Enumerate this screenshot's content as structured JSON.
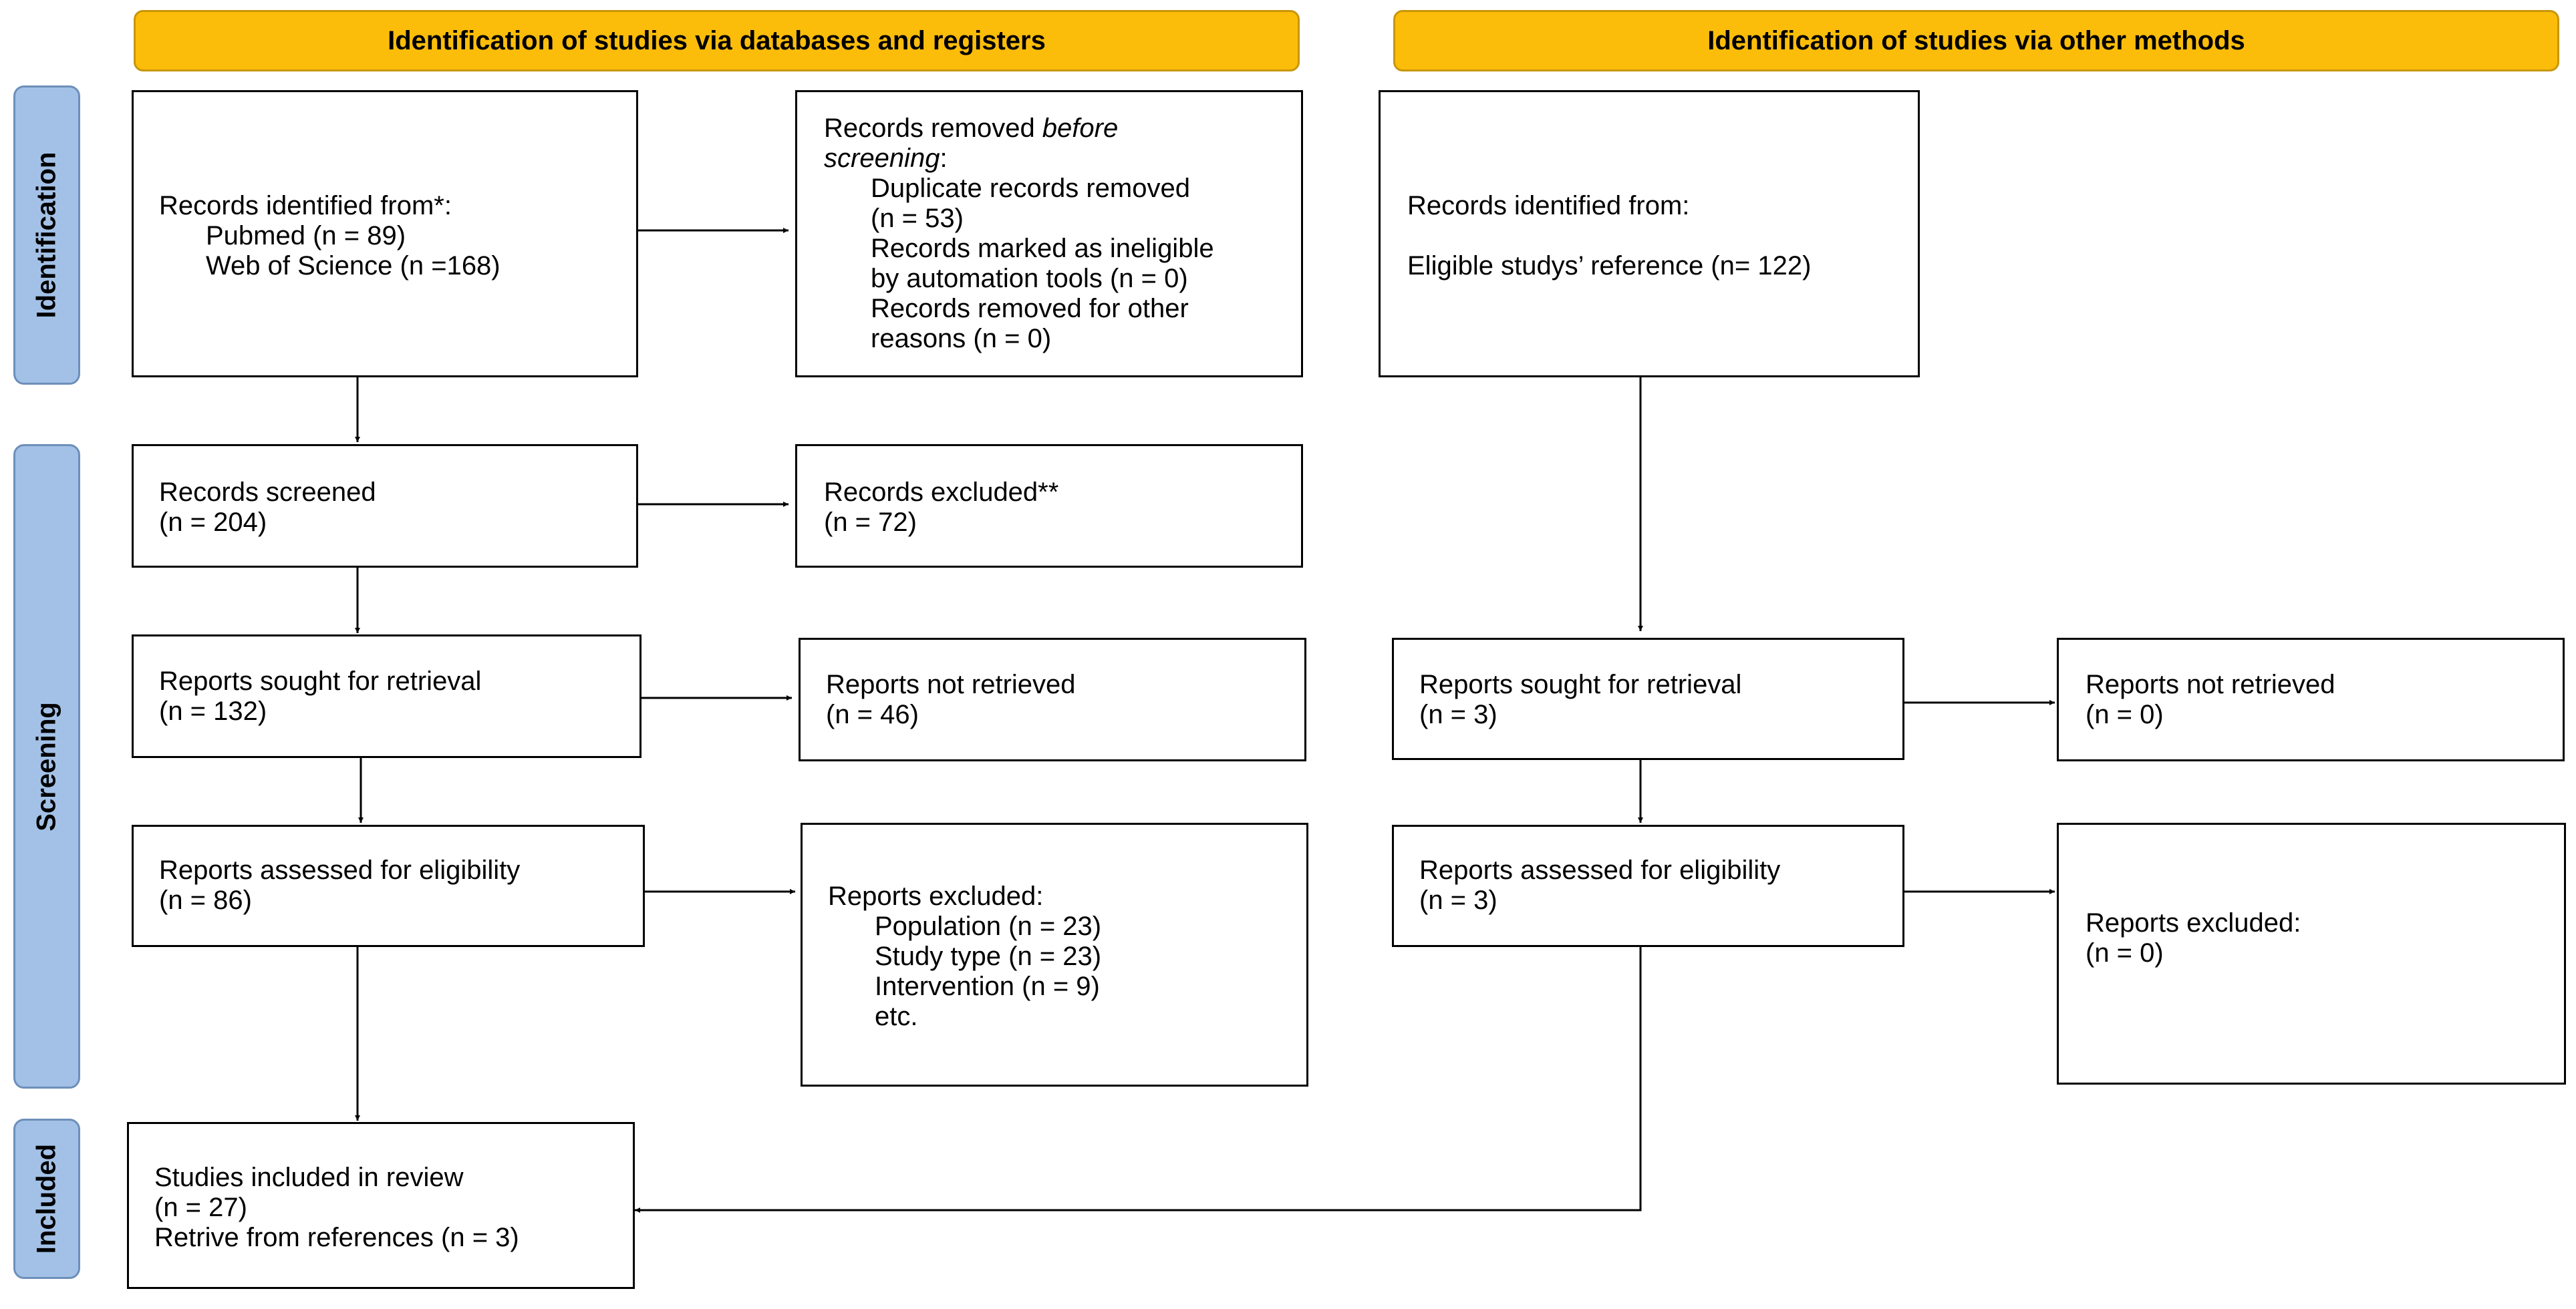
{
  "headers": {
    "left": "Identification of studies via databases and registers",
    "right": "Identification of studies via other methods"
  },
  "phases": {
    "identification": "Identification",
    "screening": "Screening",
    "included": "Included"
  },
  "databases": {
    "records_identified": {
      "title": "Records identified from*:",
      "sources": [
        "Pubmed (n = 89)",
        "Web of Science (n =168)"
      ]
    },
    "records_removed": {
      "title_prefix": "Records removed ",
      "title_italic_1": "before",
      "title_italic_2": "screening",
      "title_suffix": ":",
      "items": [
        "Duplicate records removed",
        "(n = 53)",
        "Records marked as ineligible",
        "by automation tools (n = 0)",
        "Records removed for other",
        "reasons (n = 0)"
      ]
    },
    "records_screened": {
      "title": "Records screened",
      "count": "(n = 204)"
    },
    "records_excluded": {
      "title": "Records excluded**",
      "count": "(n = 72)"
    },
    "reports_sought": {
      "title": "Reports sought for retrieval",
      "count": "(n = 132)"
    },
    "reports_not_retrieved": {
      "title": "Reports not retrieved",
      "count": "(n = 46)"
    },
    "reports_assessed": {
      "title": "Reports assessed for eligibility",
      "count": "(n = 86)"
    },
    "reports_excluded": {
      "title": "Reports excluded:",
      "items": [
        "Population (n = 23)",
        "Study type (n = 23)",
        "Intervention (n = 9)",
        "etc."
      ]
    },
    "studies_included": {
      "lines": [
        "Studies included in review",
        "(n = 27)",
        "Retrive from references (n = 3)"
      ]
    }
  },
  "other_methods": {
    "records_identified": {
      "title": "Records identified from:",
      "source": "Eligible studys’ reference (n= 122)"
    },
    "reports_sought": {
      "title": "Reports sought for retrieval",
      "count": "(n = 3)"
    },
    "reports_not_retrieved": {
      "title": "Reports not retrieved",
      "count": "(n = 0)"
    },
    "reports_assessed": {
      "title": "Reports assessed for eligibility",
      "count": "(n = 3)"
    },
    "reports_excluded": {
      "title": "Reports excluded:",
      "count": "(n = 0)"
    }
  }
}
